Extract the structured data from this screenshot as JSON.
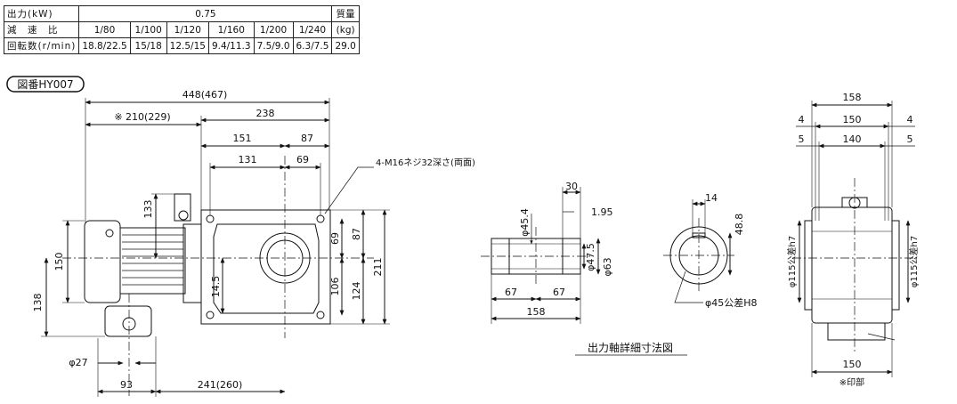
{
  "table": {
    "row1": {
      "label": "出力(kW)",
      "value": "0.75",
      "mass_label": "質量"
    },
    "row2": {
      "label": "減　速　比",
      "ratios": [
        "1/80",
        "1/100",
        "1/120",
        "1/160",
        "1/200",
        "1/240"
      ],
      "mass_unit": "(kg)"
    },
    "row3": {
      "label": "回転数(r/min)",
      "speeds": [
        "18.8/22.5",
        "15/18",
        "12.5/15",
        "9.4/11.3",
        "7.5/9.0",
        "6.3/7.5"
      ],
      "mass": "29.0"
    }
  },
  "drawing": {
    "badge": "図番HY007",
    "dims": {
      "d448": "448(467)",
      "d210": "※ 210(229)",
      "d238": "238",
      "d151": "151",
      "d87a": "87",
      "d131": "131",
      "d69a": "69",
      "d133": "133",
      "d150v": "150",
      "d138": "138",
      "d145": "14.5",
      "d69b": "69",
      "d87b": "87",
      "d106": "106",
      "d124": "124",
      "d211": "211",
      "d27": "φ27",
      "d93": "93",
      "d241": "241(260)"
    },
    "callout": "4-M16ネジ32深さ(両面)",
    "shaft": {
      "d30": "30",
      "d195": "1.95",
      "d454": "φ45.4",
      "d475": "φ47.5",
      "d63": "φ63",
      "d67a": "67",
      "d67b": "67",
      "d158": "158",
      "d14": "14",
      "d488": "48.8",
      "d45h8": "φ45公差H8",
      "caption": "出力軸詳細寸法図"
    },
    "side": {
      "d158": "158",
      "d4a": "4",
      "d150": "150",
      "d4b": "4",
      "d5a": "5",
      "d140": "140",
      "d5b": "5",
      "d115a": "φ115公差h7",
      "d115b": "φ115公差h7",
      "d150b": "150",
      "note": "※印部"
    }
  }
}
